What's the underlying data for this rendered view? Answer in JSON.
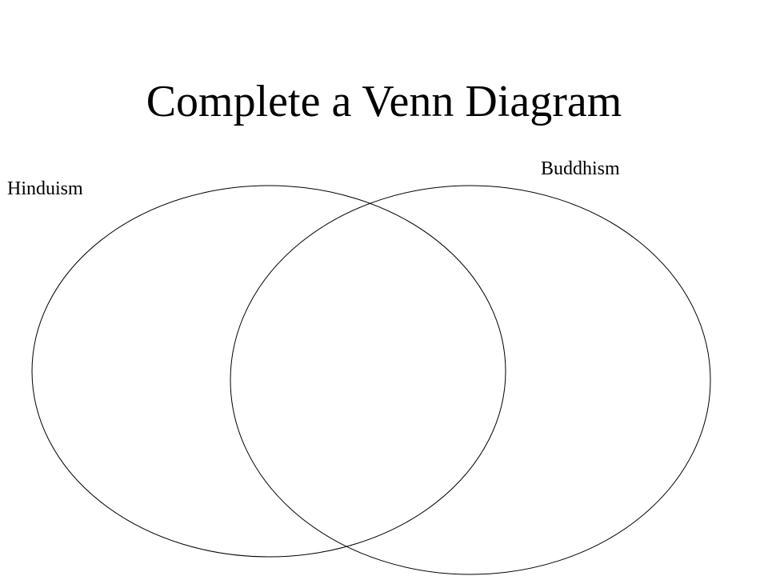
{
  "slide": {
    "title": "Complete a Venn Diagram",
    "sets": [
      {
        "label": "Hinduism"
      },
      {
        "label": "Buddhism"
      }
    ]
  }
}
